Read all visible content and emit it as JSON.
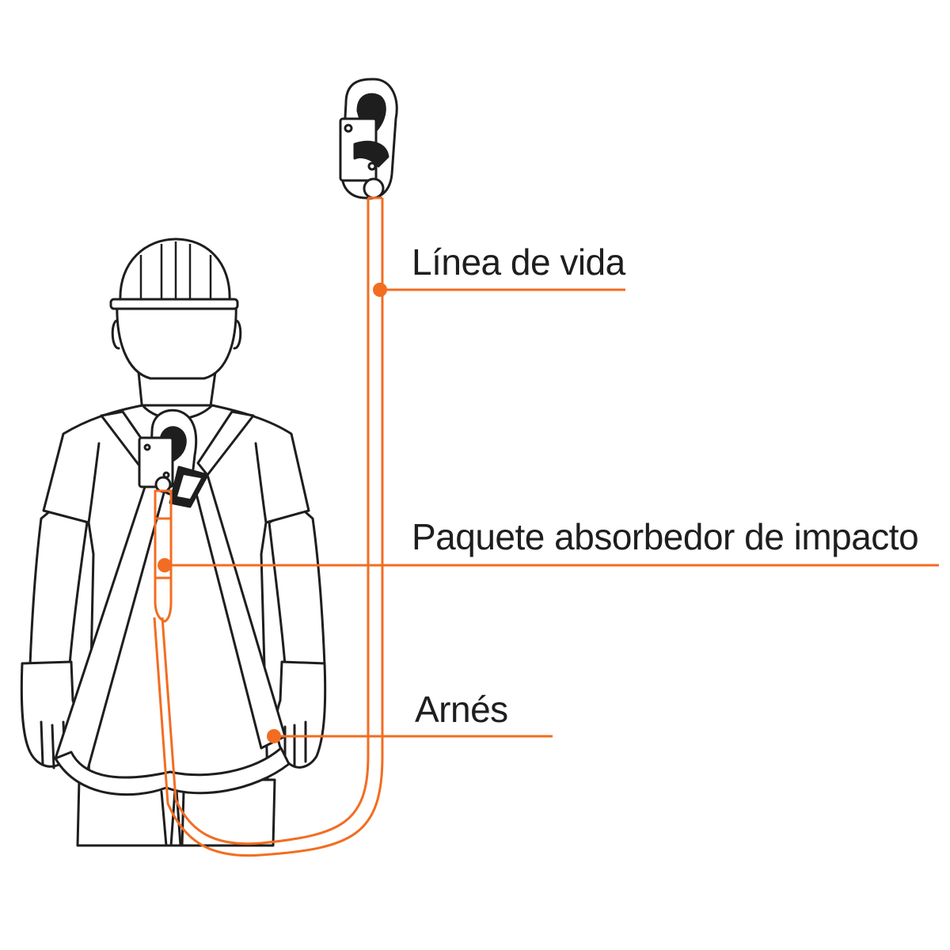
{
  "diagram": {
    "labels": {
      "linea_de_vida": "Línea de vida",
      "paquete_absorbedor": "Paquete absorbedor de impacto",
      "arnes": "Arnés"
    },
    "colors": {
      "accent": "#f26d21",
      "outline": "#1e1e1e",
      "background": "#ffffff"
    },
    "icons": [
      "hard-hat-icon",
      "snap-hook-icon",
      "worker-figure"
    ]
  }
}
